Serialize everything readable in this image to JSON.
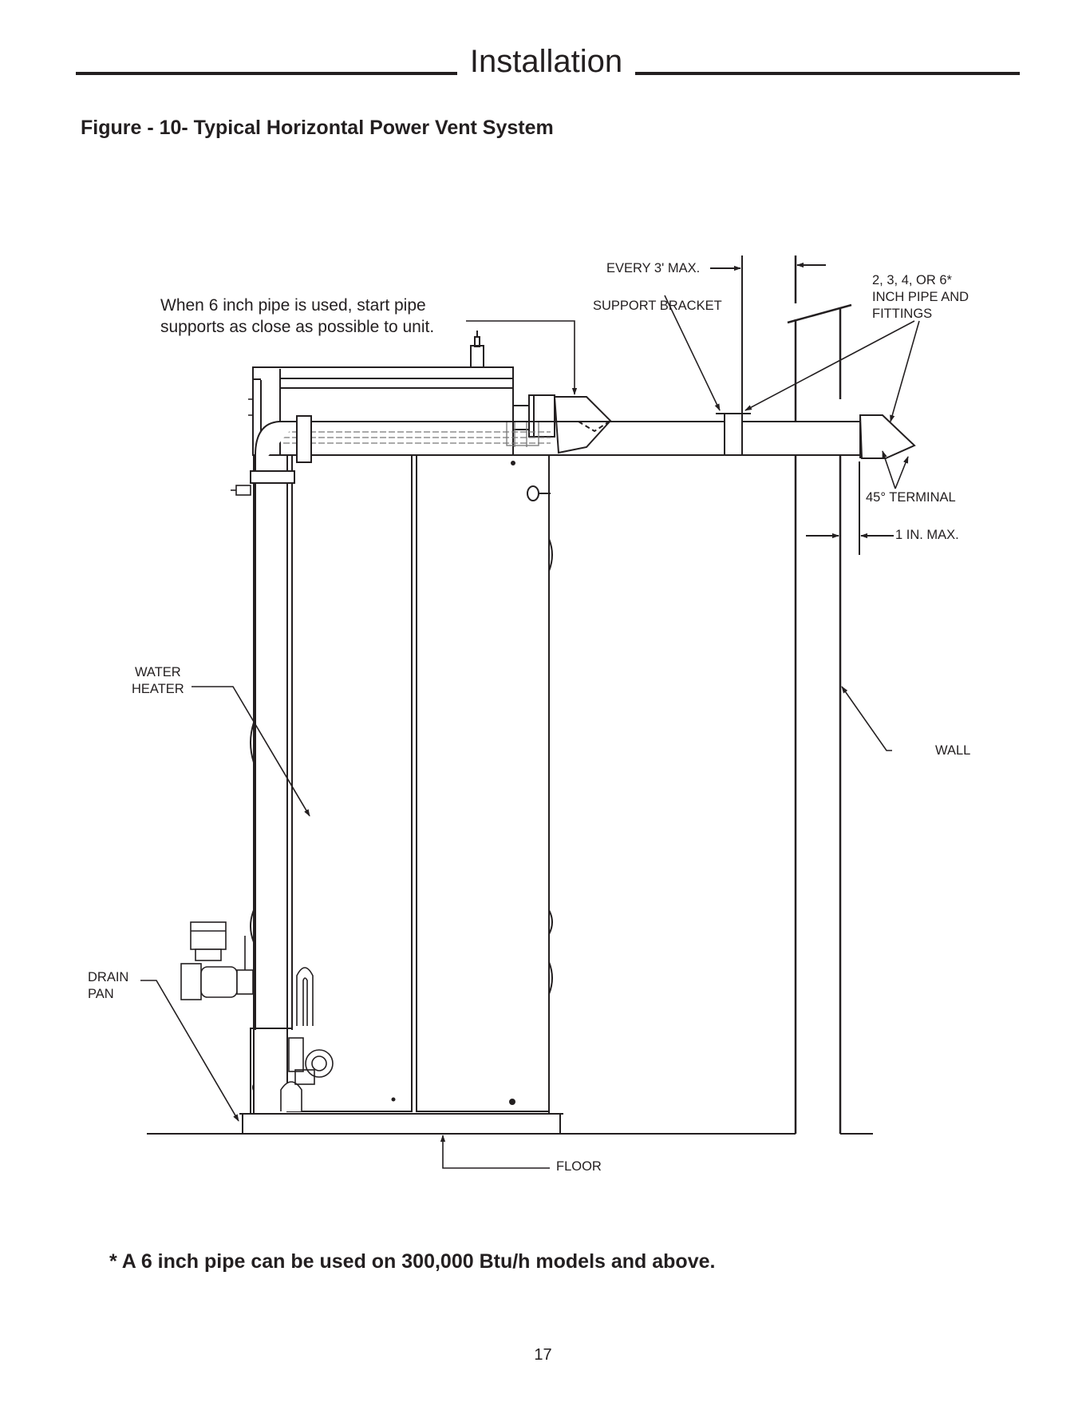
{
  "header": {
    "title": "Installation"
  },
  "figure": {
    "title": "Figure - 10- Typical Horizontal Power Vent System",
    "note": "When 6 inch pipe is used, start pipe\nsupports as close as possible to unit.",
    "labels": {
      "every_max": "EVERY 3' MAX.",
      "support_bracket": "SUPPORT BRACKET",
      "pipe_fittings": "2, 3, 4, OR 6*\nINCH PIPE AND\nFITTINGS",
      "terminal": "45° TERMINAL",
      "max_gap": "1 IN. MAX.",
      "water_heater": "WATER\nHEATER",
      "wall": "WALL",
      "drain_pan": "DRAIN\nPAN",
      "floor": "FLOOR"
    }
  },
  "footnote": "* A 6 inch pipe can be used on 300,000 Btu/h models and above.",
  "page_number": "17"
}
